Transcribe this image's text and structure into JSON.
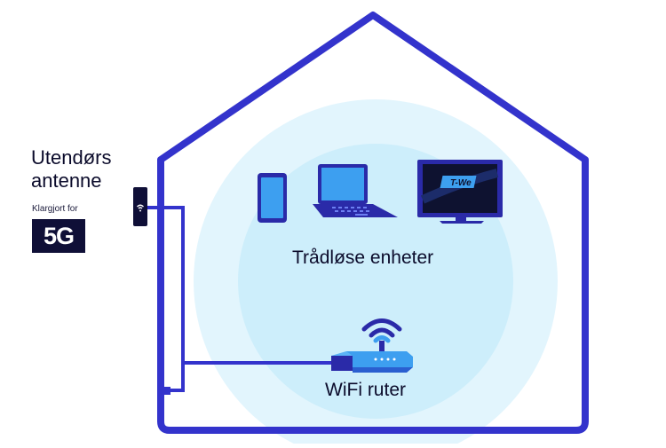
{
  "antenna": {
    "title_line1": "Utendørs",
    "title_line2": "antenne",
    "badge_caption": "Klargjort for",
    "badge_text": "5G"
  },
  "devices": {
    "label": "Trådløse enheter"
  },
  "tv": {
    "screen_text": "T-We"
  },
  "router": {
    "label": "WiFi ruter"
  },
  "colors": {
    "house": "#3333cc",
    "outer_circle": "#e2f5fd",
    "inner_circle": "#cdeefb",
    "device_fill": "#3d9ff0",
    "device_dark": "#2a2aa8",
    "tv_screen": "#0e1230",
    "badge_bg": "#0f0f37"
  }
}
